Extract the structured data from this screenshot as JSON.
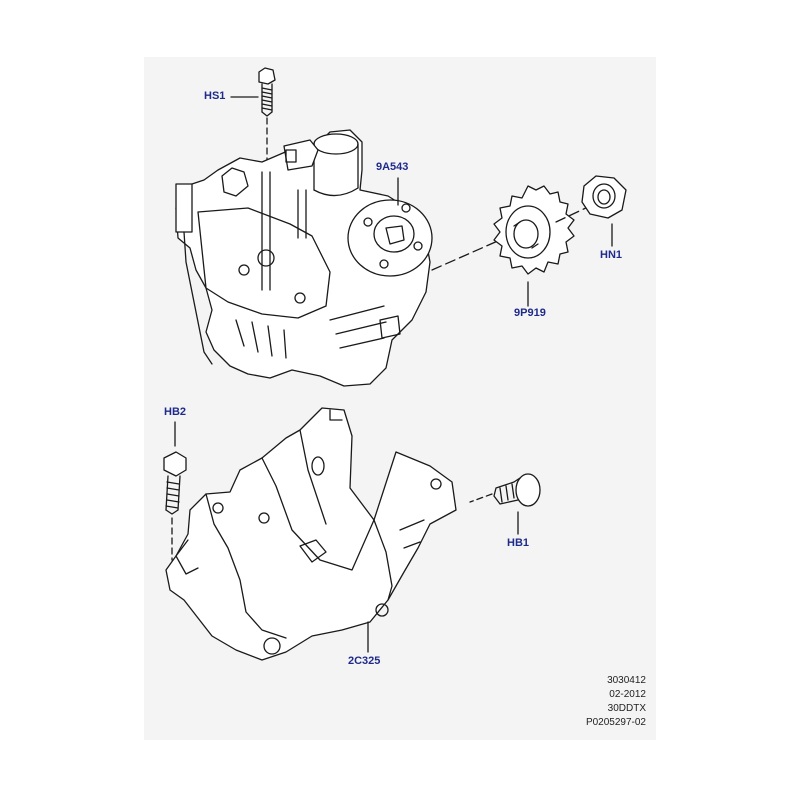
{
  "callouts": {
    "hs1": "HS1",
    "pump": "9A543",
    "sprocket": "9P919",
    "hn1": "HN1",
    "hb2": "HB2",
    "hb1": "HB1",
    "bracket": "2C325"
  },
  "stamp": {
    "line1": "3030412",
    "line2": "02-2012",
    "line3": "30DDTX",
    "line4": "P0205297-02"
  },
  "colors": {
    "panel": "#f4f4f4",
    "callout_text": "#1f2a8a",
    "line_art": "#1a1a1a"
  }
}
